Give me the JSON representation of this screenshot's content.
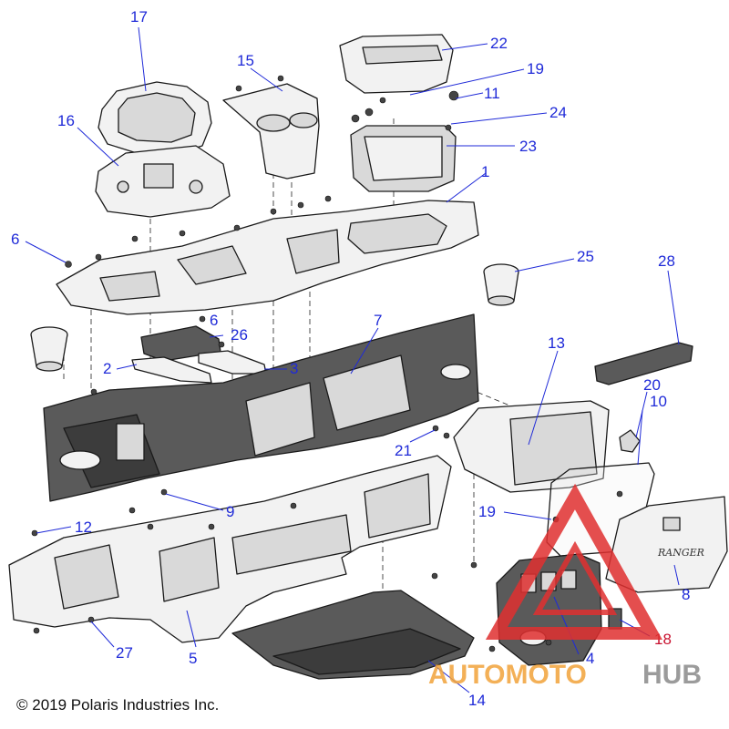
{
  "diagram": {
    "copyright": "© 2019 Polaris Industries Inc.",
    "glovebox_door_script": "RANGER",
    "callouts": [
      {
        "id": "17",
        "label": "17"
      },
      {
        "id": "15",
        "label": "15"
      },
      {
        "id": "22",
        "label": "22"
      },
      {
        "id": "19a",
        "label": "19"
      },
      {
        "id": "11",
        "label": "11"
      },
      {
        "id": "16",
        "label": "16"
      },
      {
        "id": "24",
        "label": "24"
      },
      {
        "id": "23",
        "label": "23"
      },
      {
        "id": "1",
        "label": "1"
      },
      {
        "id": "6a",
        "label": "6"
      },
      {
        "id": "25",
        "label": "25"
      },
      {
        "id": "28",
        "label": "28"
      },
      {
        "id": "6b",
        "label": "6"
      },
      {
        "id": "26",
        "label": "26"
      },
      {
        "id": "7",
        "label": "7"
      },
      {
        "id": "13",
        "label": "13"
      },
      {
        "id": "2",
        "label": "2"
      },
      {
        "id": "3",
        "label": "3"
      },
      {
        "id": "20",
        "label": "20"
      },
      {
        "id": "10",
        "label": "10"
      },
      {
        "id": "21",
        "label": "21"
      },
      {
        "id": "9",
        "label": "9"
      },
      {
        "id": "19b",
        "label": "19"
      },
      {
        "id": "12",
        "label": "12"
      },
      {
        "id": "8",
        "label": "8"
      },
      {
        "id": "18",
        "label": "18"
      },
      {
        "id": "27",
        "label": "27"
      },
      {
        "id": "5",
        "label": "5"
      },
      {
        "id": "4",
        "label": "4"
      },
      {
        "id": "14",
        "label": "14"
      }
    ]
  },
  "watermark": {
    "brand_part1": "AUTOMOTO",
    "brand_part2": "HUB",
    "color_primary": "#e03030",
    "color_secondary": "#f2a33a",
    "color_hub": "#8a8a8a"
  }
}
